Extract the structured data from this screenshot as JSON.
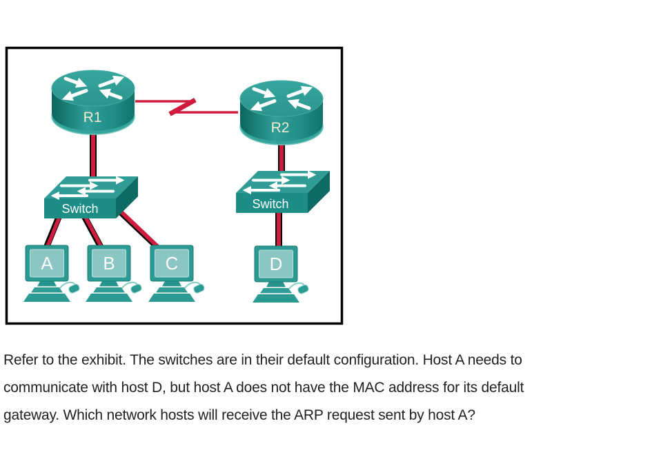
{
  "exhibit": {
    "type": "network-topology",
    "nodes": {
      "r1": {
        "type": "router",
        "label": "R1"
      },
      "r2": {
        "type": "router",
        "label": "R2"
      },
      "switch_left": {
        "type": "switch",
        "label": "Switch"
      },
      "switch_right": {
        "type": "switch",
        "label": "Switch"
      },
      "host_a": {
        "type": "pc",
        "label": "A"
      },
      "host_b": {
        "type": "pc",
        "label": "B"
      },
      "host_c": {
        "type": "pc",
        "label": "C"
      },
      "host_d": {
        "type": "pc",
        "label": "D"
      }
    },
    "links": [
      {
        "from": "R1",
        "to": "R2",
        "style": "serial-lightning"
      },
      {
        "from": "R1",
        "to": "Switch (left)",
        "style": "straight"
      },
      {
        "from": "Switch (left)",
        "to": "A",
        "style": "straight"
      },
      {
        "from": "Switch (left)",
        "to": "B",
        "style": "straight"
      },
      {
        "from": "Switch (left)",
        "to": "C",
        "style": "straight"
      },
      {
        "from": "R2",
        "to": "Switch (right)",
        "style": "straight"
      },
      {
        "from": "Switch (right)",
        "to": "D",
        "style": "straight"
      }
    ],
    "colors": {
      "device_teal": "#2F9D95",
      "device_teal_dark": "#0E6E67",
      "device_screen": "#8CC6C2",
      "link_red": "#CF1B3D",
      "host_label_text": "#FFFFFF",
      "router_label_text": "#EFE9CF",
      "border": "#000000"
    }
  },
  "question": {
    "text": "Refer to the exhibit. The switches are in their default configuration. Host A needs to communicate with host D, but host A does not have the MAC address for its default gateway. Which network hosts will receive the ARP request sent by host A?",
    "lines": [
      "Refer to the exhibit. The switches are in their default configuration. Host A needs to",
      "communicate with host D, but host A does not have the MAC address for its default",
      "gateway. Which network hosts will receive the ARP request sent by host A?"
    ]
  }
}
